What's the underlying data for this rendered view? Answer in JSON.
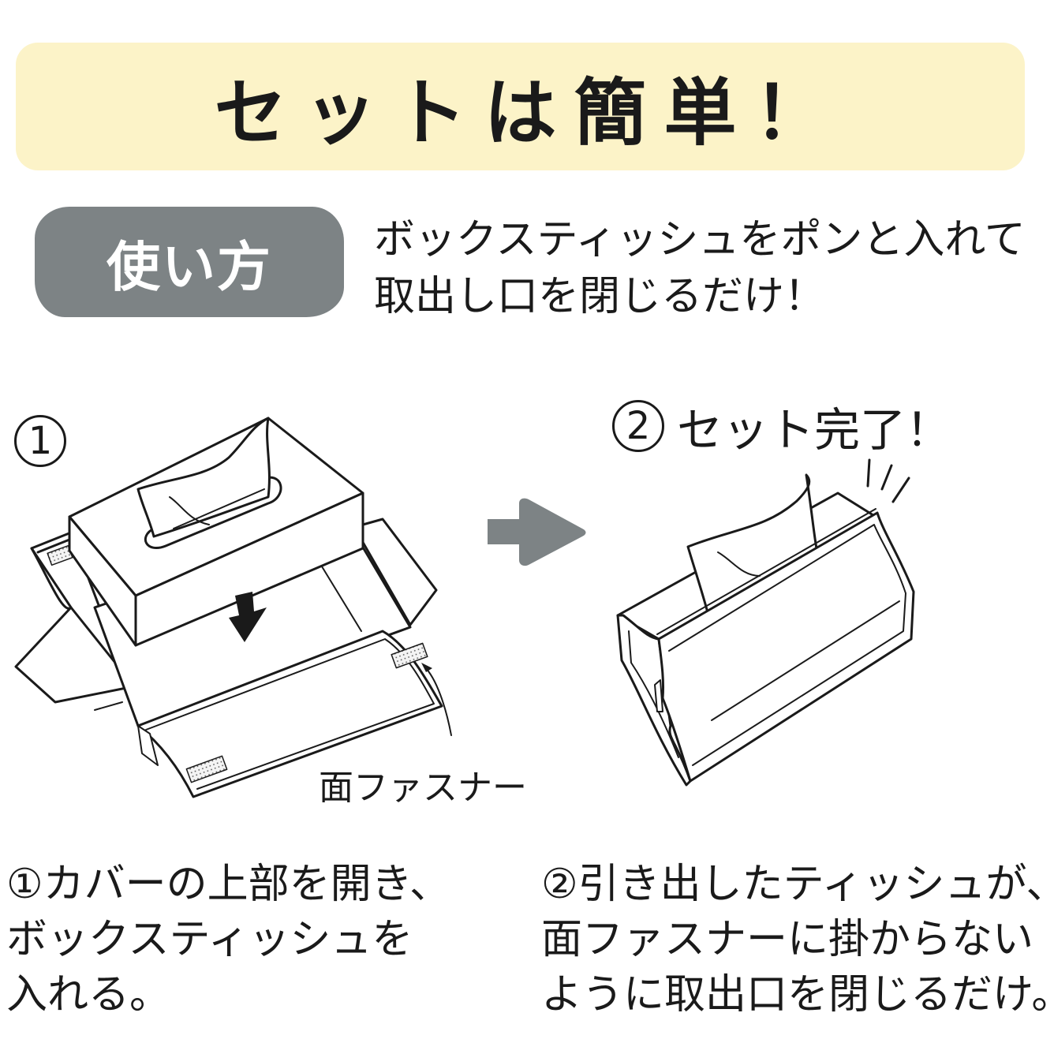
{
  "banner": {
    "title": "セットは簡単！",
    "background_color": "#fcf3c8"
  },
  "howto": {
    "badge_label": "使い方",
    "badge_color": "#7d8385",
    "intro_lines": [
      "ボックスティッシュをポンと入れて",
      "取出し口を閉じるだけ！"
    ]
  },
  "steps": [
    {
      "number": "1",
      "heading": "",
      "illustration": "tissue-box-being-placed-into-open-cover",
      "callout_label": "面ファスナー",
      "caption_lines": [
        "①カバーの上部を開き、",
        "ボックスティッシュを",
        "入れる。"
      ]
    },
    {
      "number": "2",
      "heading": "セット完了！",
      "illustration": "closed-tissue-cover-with-tissue-pulled-out",
      "caption_lines": [
        "②引き出したティッシュが、",
        "面ファスナーに掛からない",
        "ように取出口を閉じるだけ。"
      ]
    }
  ],
  "arrow": {
    "icon": "right-arrow-icon",
    "color": "#7d8385"
  }
}
